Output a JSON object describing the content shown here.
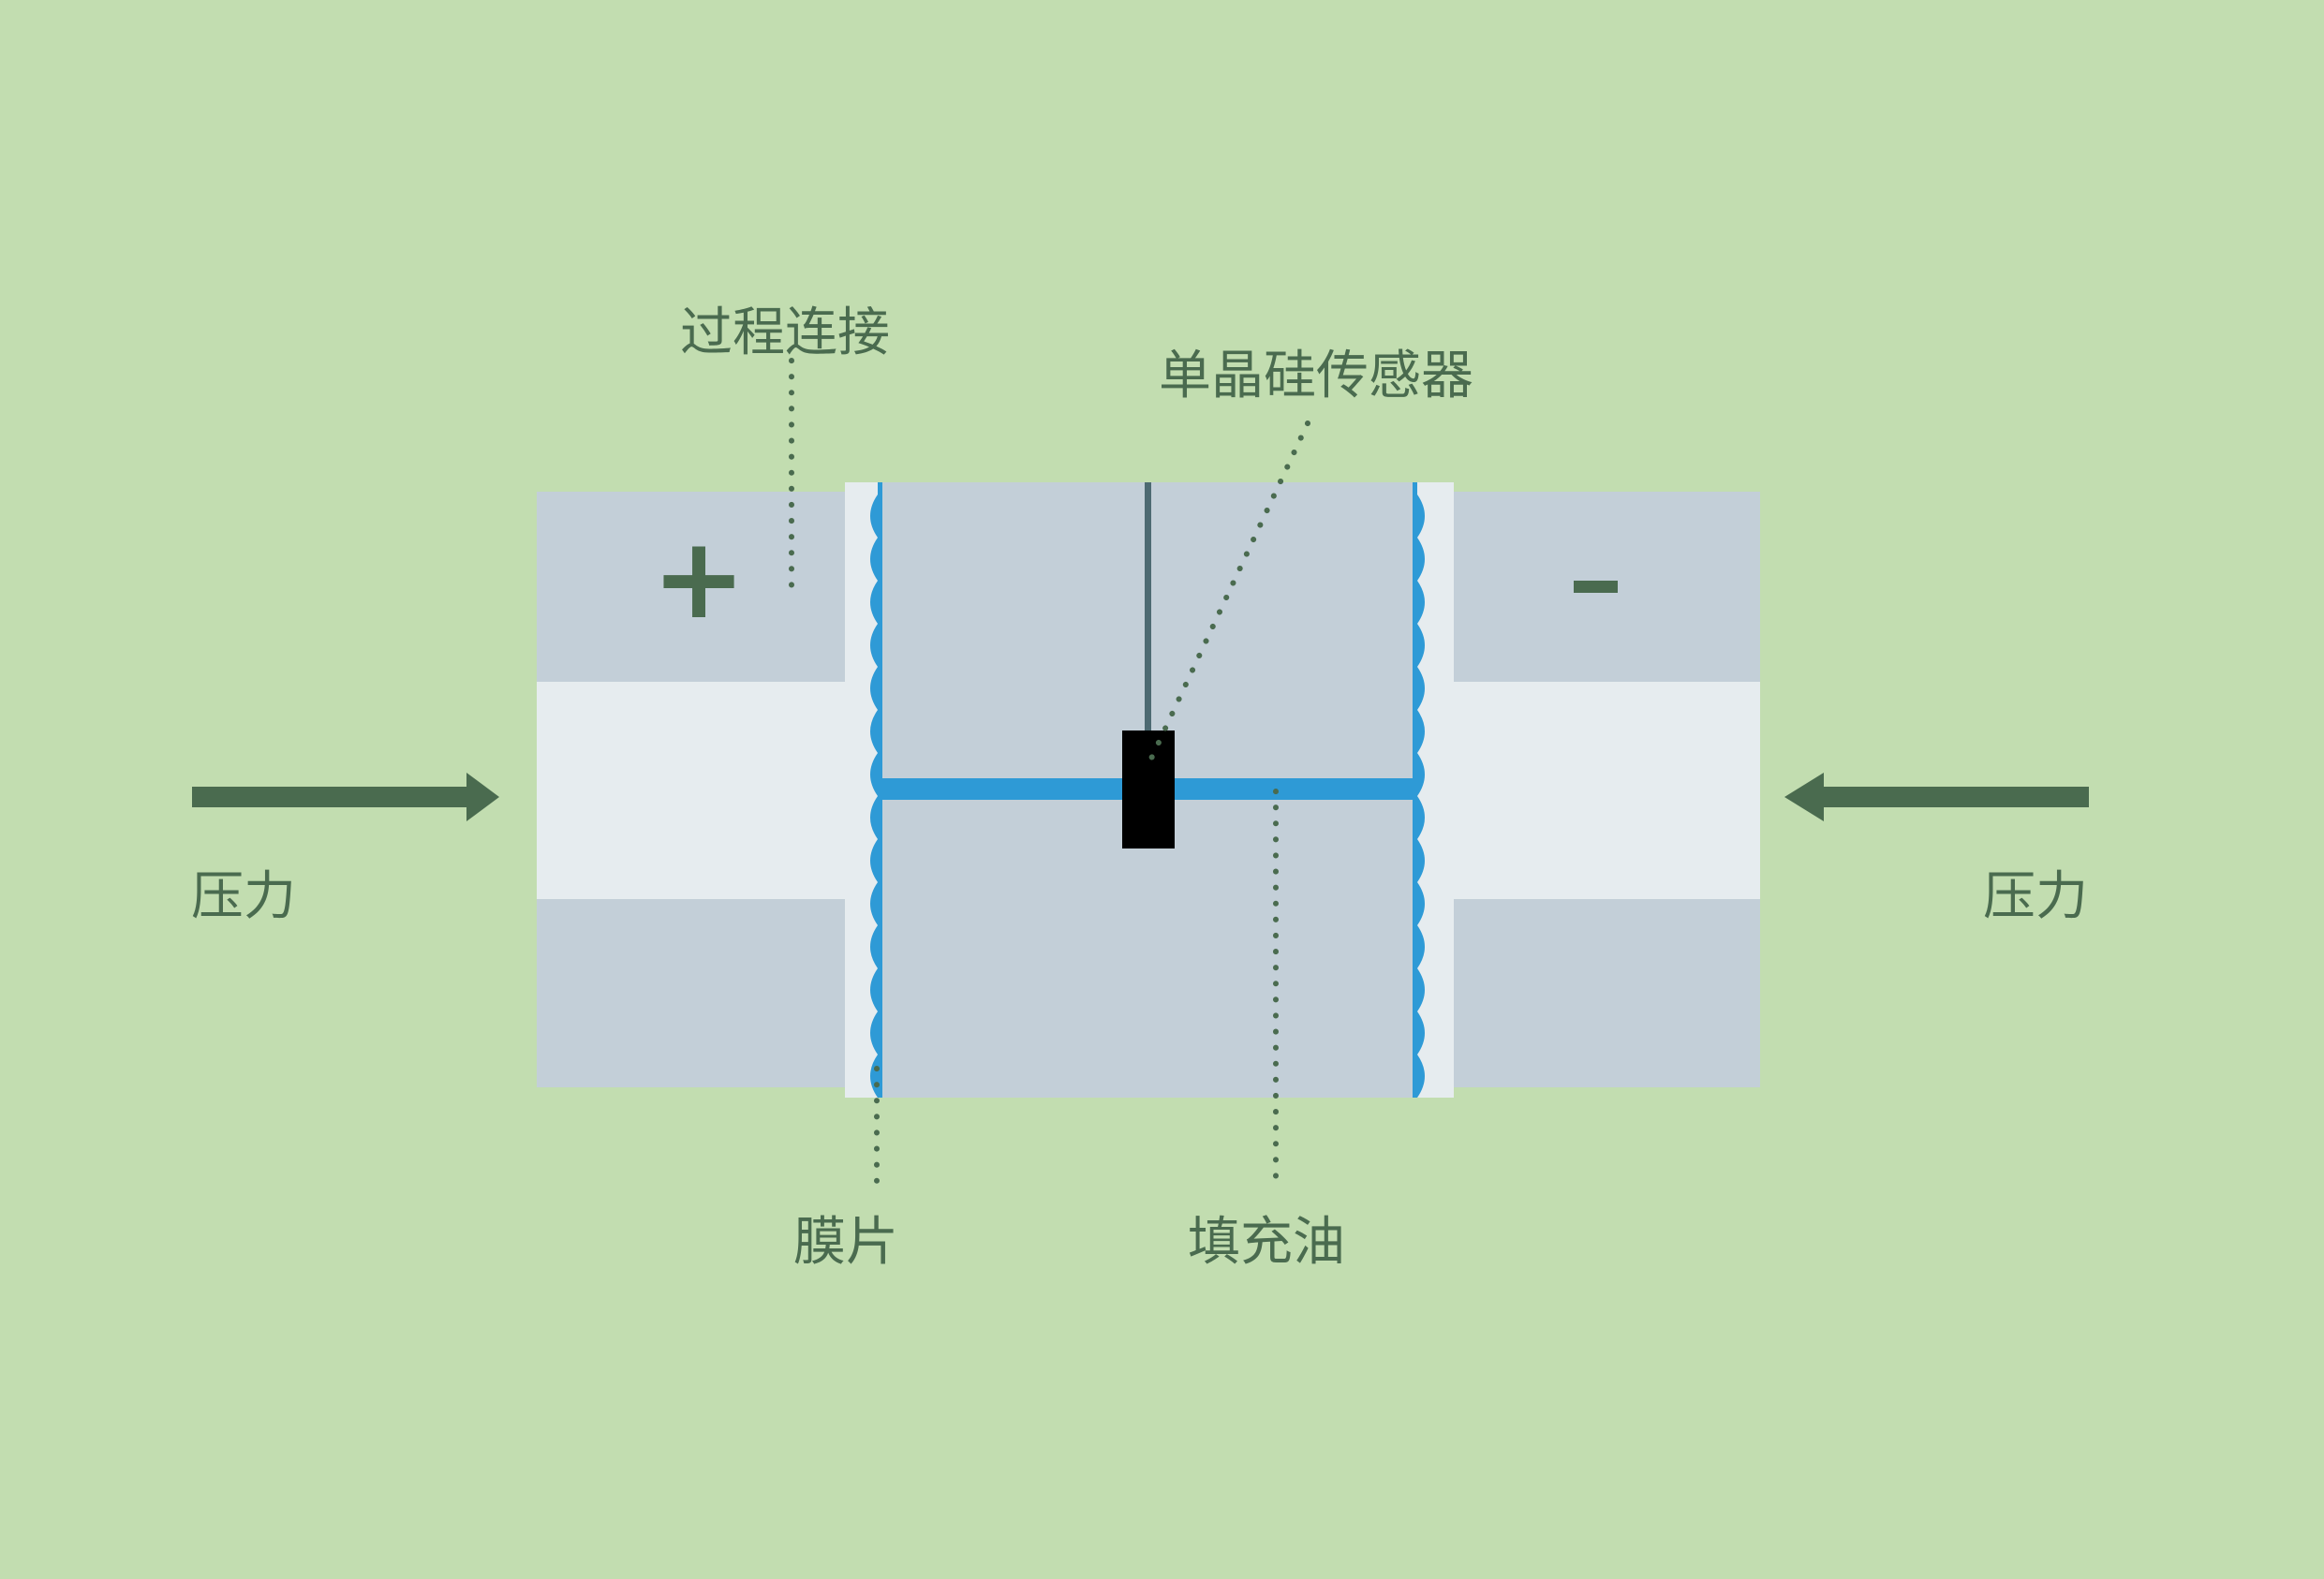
{
  "diagram": {
    "background_color": "#c2ddb0",
    "label_color": "#4a6b4f",
    "membrane_color": "#2e9ad6",
    "body_color": "#c3cfd8",
    "channel_color": "#e6ecef",
    "sensor_color": "#000000",
    "labels": {
      "process_connection": "过程连接",
      "sensor": "单晶硅传感器",
      "diaphragm": "膜片",
      "fill_oil": "填充油",
      "pressure_left": "压力",
      "pressure_right": "压力"
    },
    "symbols": {
      "positive_side": "+",
      "negative_side": "-"
    },
    "icons": {
      "left_arrow": "arrow-right-icon",
      "right_arrow": "arrow-left-icon"
    }
  }
}
